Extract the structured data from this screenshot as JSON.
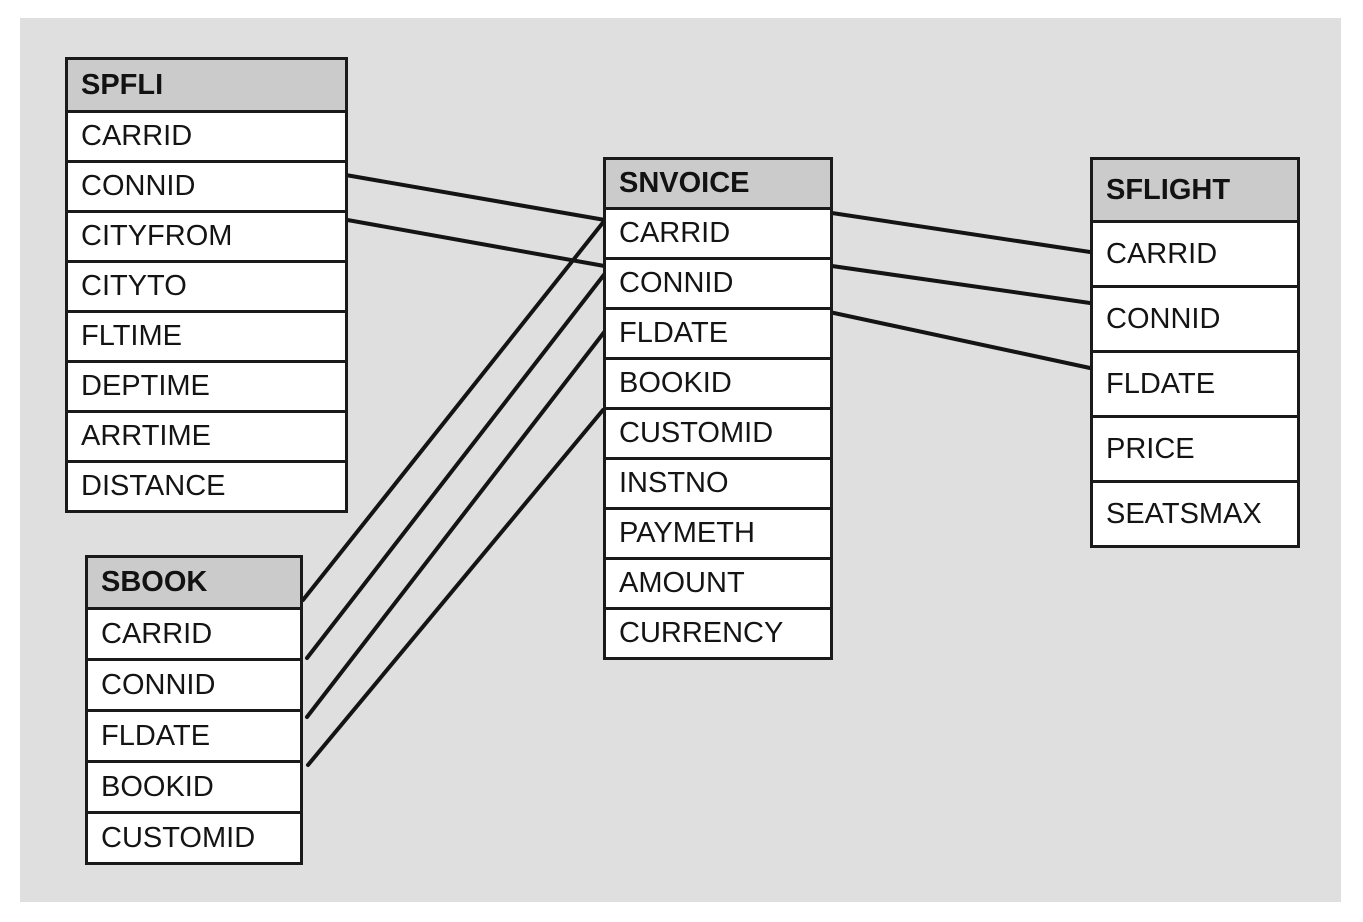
{
  "diagram": {
    "type": "entity-relationship",
    "panel_color": "#dfdfdf",
    "header_fill": "#cbcbcb",
    "row_fill": "#ffffff",
    "border_color": "#1a1a1a",
    "line_color": "#141414"
  },
  "tables": [
    {
      "name": "SPFLI",
      "fields": [
        "CARRID",
        "CONNID",
        "CITYFROM",
        "CITYTO",
        "FLTIME",
        "DEPTIME",
        "ARRTIME",
        "DISTANCE"
      ]
    },
    {
      "name": "SBOOK",
      "fields": [
        "CARRID",
        "CONNID",
        "FLDATE",
        "BOOKID",
        "CUSTOMID"
      ]
    },
    {
      "name": "SNVOICE",
      "fields": [
        "CARRID",
        "CONNID",
        "FLDATE",
        "BOOKID",
        "CUSTOMID",
        "INSTNO",
        "PAYMETH",
        "AMOUNT",
        "CURRENCY"
      ]
    },
    {
      "name": "SFLIGHT",
      "fields": [
        "CARRID",
        "CONNID",
        "FLDATE",
        "PRICE",
        "SEATSMAX"
      ]
    }
  ],
  "connections": [
    {
      "from": "SPFLI.CARRID",
      "to": "SNVOICE.CARRID"
    },
    {
      "from": "SPFLI.CONNID",
      "to": "SNVOICE.CONNID"
    },
    {
      "from": "SBOOK.CARRID",
      "to": "SNVOICE.CARRID"
    },
    {
      "from": "SBOOK.CONNID",
      "to": "SNVOICE.CONNID"
    },
    {
      "from": "SBOOK.FLDATE",
      "to": "SNVOICE.FLDATE"
    },
    {
      "from": "SBOOK.BOOKID",
      "to": "SNVOICE.BOOKID"
    },
    {
      "from": "SNVOICE.CARRID",
      "to": "SFLIGHT.CARRID"
    },
    {
      "from": "SNVOICE.CONNID",
      "to": "SFLIGHT.CONNID"
    },
    {
      "from": "SNVOICE.FLDATE",
      "to": "SFLIGHT.FLDATE"
    }
  ]
}
